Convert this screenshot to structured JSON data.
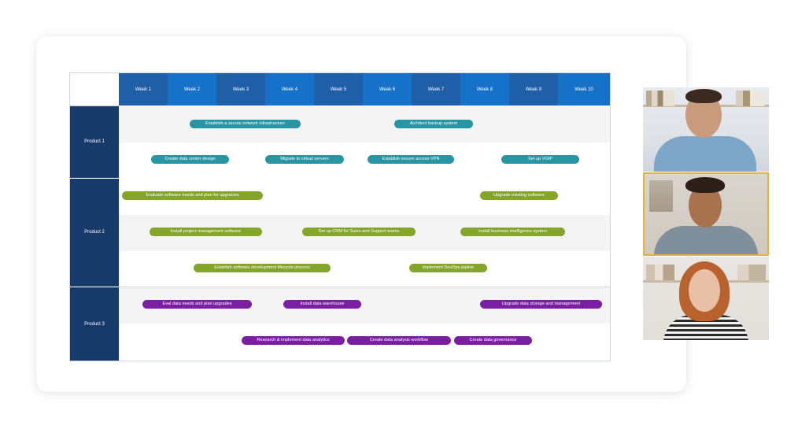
{
  "roadmap": {
    "weeks": [
      "Week 1",
      "Week 2",
      "Week 3",
      "Week 4",
      "Week 5",
      "Week 6",
      "Week 7",
      "Week 8",
      "Week 9",
      "Week 10"
    ],
    "week_colors": [
      "#1f5fa8",
      "#1572c8",
      "#1f5fa8",
      "#1572c8",
      "#1f5fa8",
      "#1572c8",
      "#1f5fa8",
      "#1572c8",
      "#1f5fa8",
      "#1572c8"
    ],
    "products": [
      {
        "label": "Product 1"
      },
      {
        "label": "Product 2"
      },
      {
        "label": "Product 3"
      }
    ],
    "tasks": {
      "p1_row1": [
        {
          "label": "Establish a secure network infrastructure",
          "color": "teal"
        },
        {
          "label": "Architect backup system",
          "color": "teal"
        }
      ],
      "p1_row2": [
        {
          "label": "Create data center design",
          "color": "teal"
        },
        {
          "label": "Migrate to virtual servers",
          "color": "teal"
        },
        {
          "label": "Establish secure access VPN",
          "color": "teal"
        },
        {
          "label": "Set up VOIP",
          "color": "teal"
        }
      ],
      "p2_row1": [
        {
          "label": "Evaluate software needs and plan for upgracies",
          "color": "olive"
        },
        {
          "label": "Upgrade existing software",
          "color": "olive"
        }
      ],
      "p2_row2": [
        {
          "label": "Install project management software",
          "color": "olive"
        },
        {
          "label": "Set up CRM for Sales and Support teams",
          "color": "olive"
        },
        {
          "label": "Install business intelligence system",
          "color": "olive"
        }
      ],
      "p2_row3": [
        {
          "label": "Establish software development lifecycle process",
          "color": "olive"
        },
        {
          "label": "Implement DevOps pipline",
          "color": "olive"
        }
      ],
      "p3_row1": [
        {
          "label": "Eval data needs and plan upgrades",
          "color": "purple"
        },
        {
          "label": "Install data warehouse",
          "color": "purple"
        },
        {
          "label": "Upgrade data storage and management",
          "color": "purple"
        }
      ],
      "p3_row2": [
        {
          "label": "Research & implement data analytics",
          "color": "purple"
        },
        {
          "label": "Create data analysis workflow",
          "color": "purple"
        },
        {
          "label": "Create data governance",
          "color": "purple"
        }
      ]
    },
    "colors": {
      "teal": "#2995a3",
      "olive": "#83a52a",
      "purple": "#7b1fa2",
      "product_column": "#183a6b"
    }
  },
  "video_call": {
    "participants": [
      {
        "name_icon": "participant-1-video",
        "active": false
      },
      {
        "name_icon": "participant-2-video",
        "active": true
      },
      {
        "name_icon": "participant-3-video",
        "active": false
      }
    ],
    "active_border_color": "#e6b23c"
  }
}
